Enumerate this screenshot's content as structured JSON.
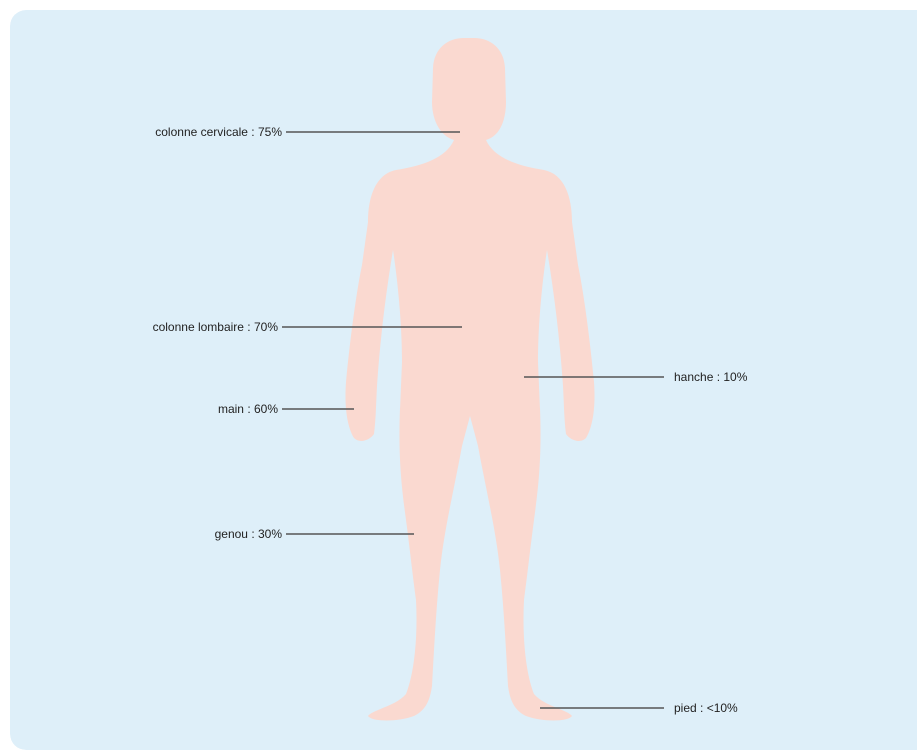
{
  "colors": {
    "background": "#deeff9",
    "body": "#fad9d0",
    "leader_line": "#555555"
  },
  "labels": {
    "cervical": "colonne cervicale : 75%",
    "lumbar": "colonne lombaire : 70%",
    "hand": "main : 60%",
    "knee": "genou : 30%",
    "hip": "hanche : 10%",
    "foot": "pied : <10%"
  }
}
